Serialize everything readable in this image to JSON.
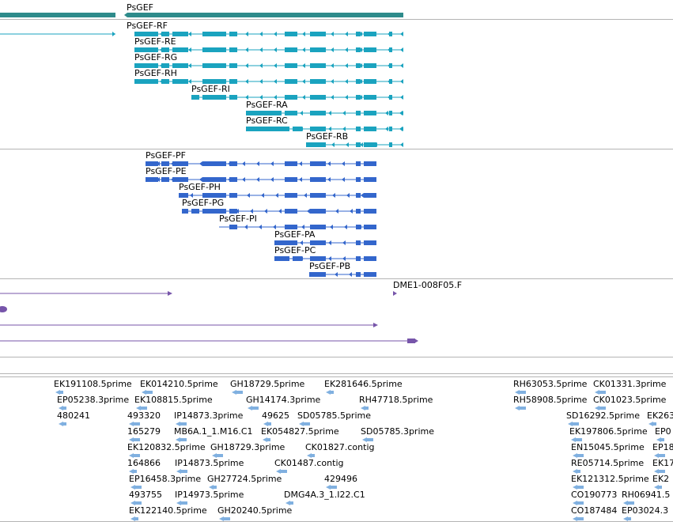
{
  "colors": {
    "gene": "#2e8b8b",
    "transcript_rf": "#1aa3bf",
    "transcript_pf": "#3366cc",
    "est_line": "#7755aa",
    "est_small": "#80b0e0",
    "separator": "#b4b4b4"
  },
  "gene_track": {
    "label": "PsGEF"
  },
  "rna_track": {
    "transcripts": [
      "PsGEF-RF",
      "PsGEF-RE",
      "PsGEF-RG",
      "PsGEF-RH",
      "PsGEF-RI",
      "PsGEF-RA",
      "PsGEF-RC",
      "PsGEF-RB"
    ]
  },
  "protein_track": {
    "transcripts": [
      "PsGEF-PF",
      "PsGEF-PE",
      "PsGEF-PH",
      "PsGEF-PG",
      "PsGEF-PI",
      "PsGEF-PA",
      "PsGEF-PC",
      "PsGEF-PB"
    ]
  },
  "cdna_track": {
    "label": "DME1-008F05.F"
  },
  "est_track": {
    "labels": [
      "EK191108.5prime",
      "EK014210.5prime",
      "GH18729.5prime",
      "EK281646.5prime",
      "RH63053.5prime",
      "CK01331.3prime",
      "EP05238.3prime",
      "EK108815.5prime",
      "GH14174.3prime",
      "RH47718.5prime",
      "RH58908.5prime",
      "CK01023.5prime",
      "480241",
      "493320",
      "IP14873.3prime",
      "49625",
      "SD05785.5prime",
      "SD16292.5prime",
      "EK263",
      "165279",
      "MB6A.1_1.M16.C1",
      "EK054827.5prime",
      "SD05785.3prime",
      "EK197806.5prime",
      "EP0",
      "EK120832.5prime",
      "GH18729.3prime",
      "CK01827.contig",
      "EN15045.5prime",
      "EP18",
      "164866",
      "IP14873.5prime",
      "CK01487.contig",
      "RE05714.5prime",
      "EK17",
      "EP16458.3prime",
      "GH27724.5prime",
      "429496",
      "EK121312.5prime",
      "EK2",
      "493755",
      "IP14973.5prime",
      "DMG4A.3_1.I22.C1",
      "CO190773",
      "RH06941.5",
      "EK122140.5prime",
      "GH20240.5prime",
      "CO187484",
      "EP03024.3"
    ]
  }
}
